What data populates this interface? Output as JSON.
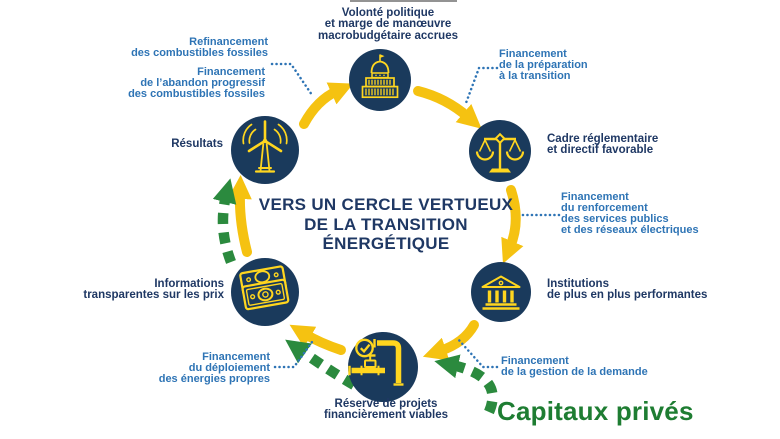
{
  "title": "VERS UN CERCLE VERTUEUX\nDE LA TRANSITION\nÉNERGÉTIQUE",
  "nodes": {
    "politics": "Volonté politique\net marge de manœuvre\nmacrobudgétaire accrues",
    "regulation": "Cadre réglementaire\net directif favorable",
    "institutions": "Institutions\nde plus en plus performantes",
    "projects": "Réserve de projets\nfinancièrement viables",
    "prices": "Informations\ntransparentes sur les prix",
    "results": "Résultats"
  },
  "financing": {
    "refinancing": "Refinancement\ndes combustibles fossiles",
    "phase_out": "Financement\nde l’abandon progressif\ndes combustibles fossiles",
    "preparation": "Financement\nde la préparation\nà la transition",
    "grid": "Financement\ndu renforcement\ndes services publics\net des réseaux électriques",
    "demand": "Financement\nde la gestion de la demande",
    "deployment": "Financement\ndu déploiement\ndes énergies propres"
  },
  "private_capital": "Capitaux privés",
  "icons": {
    "politics": "capitol-icon",
    "regulation": "scales-icon",
    "institutions": "bank-icon",
    "projects": "pipeline-check-icon",
    "prices": "banknotes-icon",
    "results": "wind-turbine-icon"
  },
  "colors": {
    "navy_text": "#1F3864",
    "blue_text": "#2E74B5",
    "green_text": "#1E7D32",
    "green_arrow": "#2B8A3E",
    "yellow_arrow": "#F5C211",
    "icon_yellow": "#FFD61F",
    "circle_fill": "#1A3A5C"
  }
}
